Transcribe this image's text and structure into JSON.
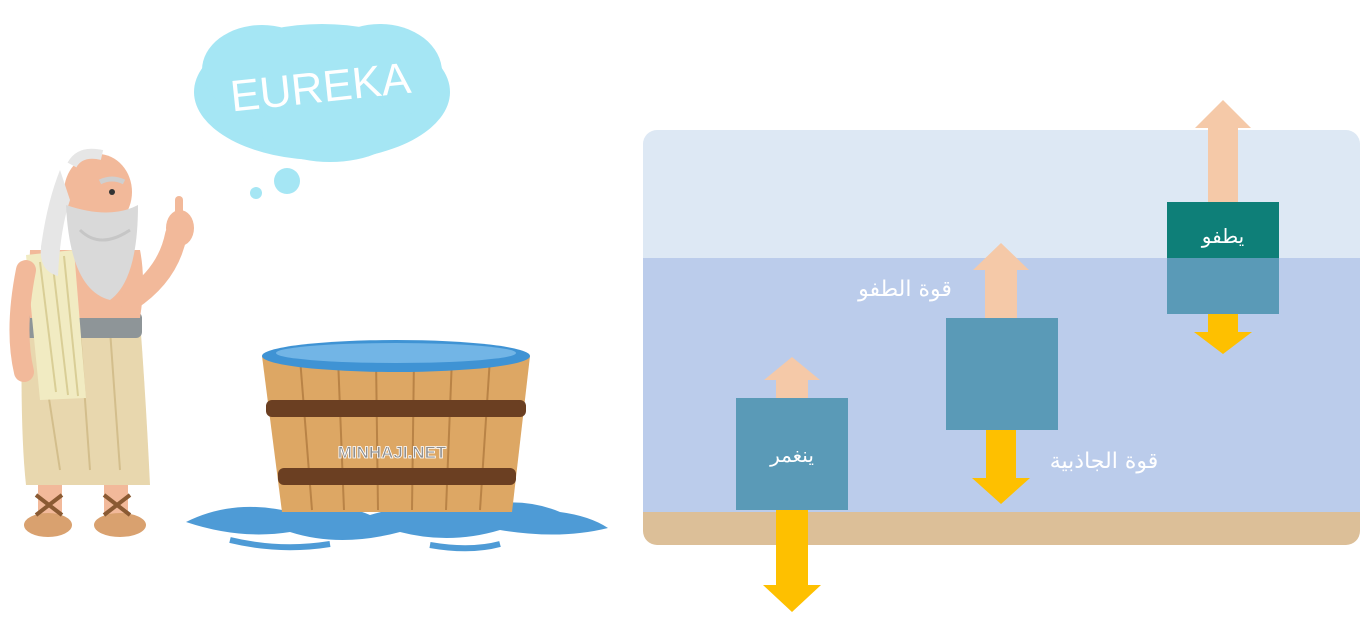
{
  "illustration": {
    "speech_bubble_text": "EUREKA",
    "watermark_text": "MINHAJI.NET"
  },
  "diagram": {
    "labels": {
      "floats": "يطفو",
      "sinks": "ينغمر",
      "buoyant_force": "قوة الطفو",
      "gravity_force": "قوة الجاذبية"
    },
    "colors": {
      "air": "#DDE8F4",
      "water": "#BBCCEB",
      "seabed": "#DCBF98",
      "block": "#5A9AB7",
      "block_top_dark": "#0E7F78",
      "buoyancy_arrow": "#F5C9A8",
      "gravity_arrow": "#FEC000"
    }
  }
}
